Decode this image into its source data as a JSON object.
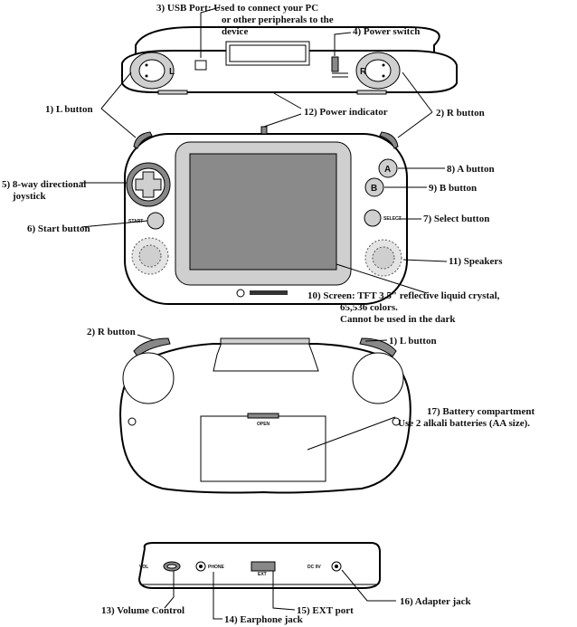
{
  "labels": {
    "usb": [
      "3) USB Port: Used to connect your PC",
      "or other peripherals to the",
      "device"
    ],
    "power_switch": "4) Power switch",
    "l_button": "1) L button",
    "power_indicator": "12) Power indicator",
    "r_button": "2) R button",
    "joystick": [
      "5) 8-way directional",
      "joystick"
    ],
    "start_button": "6) Start button",
    "a_button": "8) A button",
    "b_button": "9) B button",
    "select_button": "7) Select button",
    "speakers": "11) Speakers",
    "screen": [
      "10) Screen: TFT 3.5\" reflective liquid crystal,",
      "65,536 colors.",
      "Cannot be used in the dark"
    ],
    "r_button_back": "2) R button",
    "l_button_back": "1) L button",
    "battery": [
      "17) Battery compartment",
      "Use 2 alkali batteries (AA size)."
    ],
    "volume": "13) Volume Control",
    "earphone": "14) Earphone jack",
    "ext": "15) EXT port",
    "adapter": "16) Adapter jack"
  },
  "device_marks": {
    "l_letter": "L",
    "r_letter": "R",
    "a_letter": "A",
    "b_letter": "B",
    "start": "START",
    "select": "SELECT",
    "open": "OPEN",
    "dc": "DC 9V",
    "vol": "VOL",
    "phone": "PHONE",
    "ext": "EXT"
  }
}
